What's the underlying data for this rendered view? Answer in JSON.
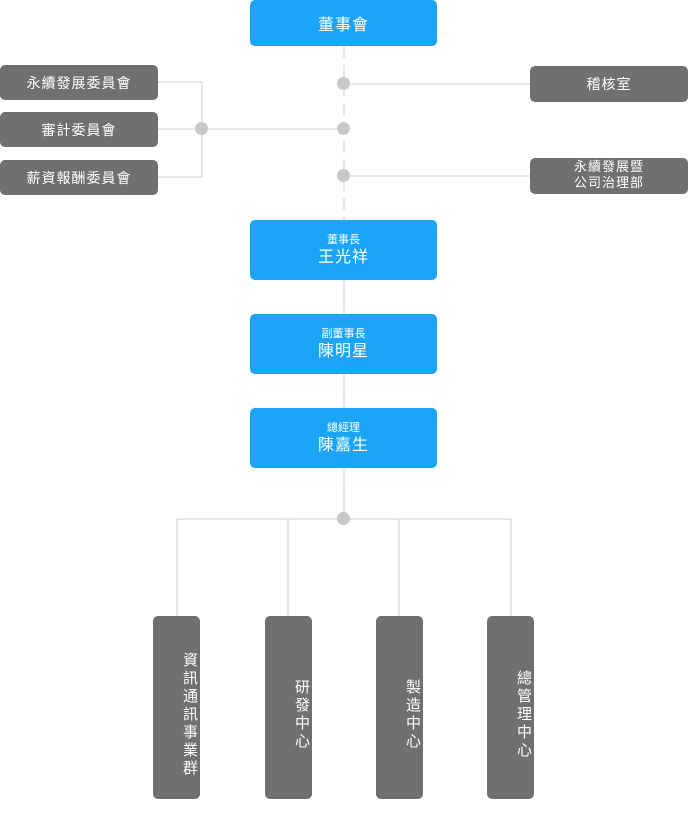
{
  "board": "董事會",
  "left_committees": [
    {
      "label": "永續發展委員會"
    },
    {
      "label": "審計委員會"
    },
    {
      "label": "薪資報酬委員會"
    }
  ],
  "right_units": [
    {
      "label": "稽核室"
    },
    {
      "label_line1": "永續發展暨",
      "label_line2": "公司治理部"
    }
  ],
  "executives": [
    {
      "role": "董事長",
      "name": "王光祥"
    },
    {
      "role": "副董事長",
      "name": "陳明星"
    },
    {
      "role": "總經理",
      "name": "陳嘉生"
    }
  ],
  "divisions": [
    {
      "label": "資訊通訊事業群"
    },
    {
      "label": "研發中心"
    },
    {
      "label": "製造中心"
    },
    {
      "label": "總管理中心"
    }
  ],
  "colors": {
    "primary": "#1aa5f7",
    "secondary": "#707070",
    "connector": "#c8c8c8"
  }
}
